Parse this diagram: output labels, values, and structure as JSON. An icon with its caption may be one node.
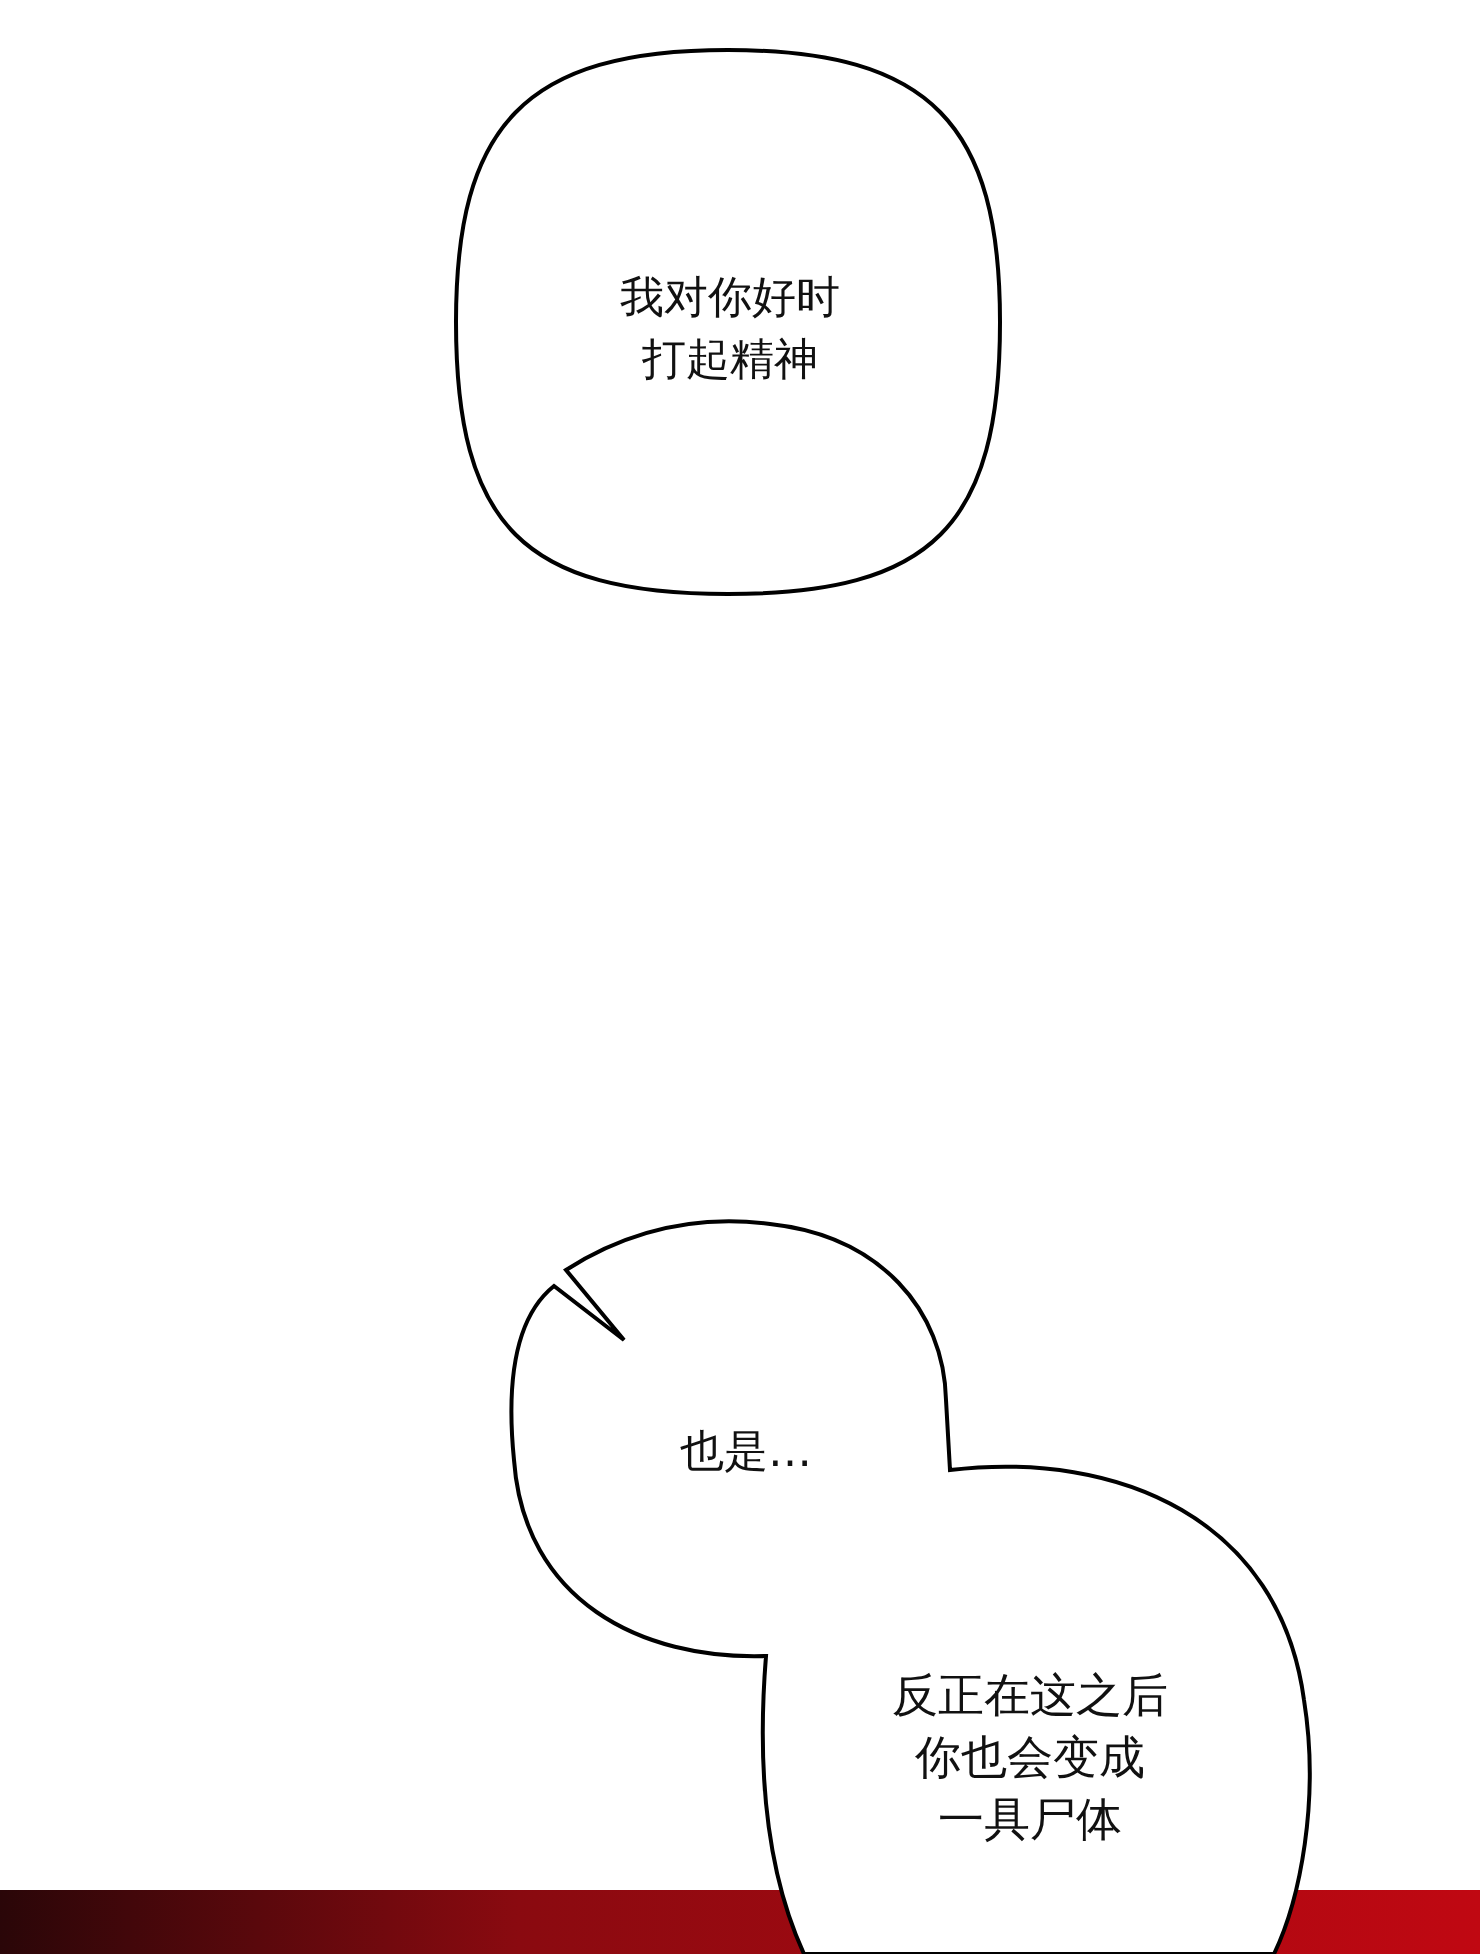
{
  "diagram": {
    "nodes": [
      {
        "text": [
          "我对你好时打起精神"
        ]
      },
      {
        "text": [
          "也是…",
          "反正在这之后你也会变成一具尸体"
        ]
      }
    ]
  }
}
